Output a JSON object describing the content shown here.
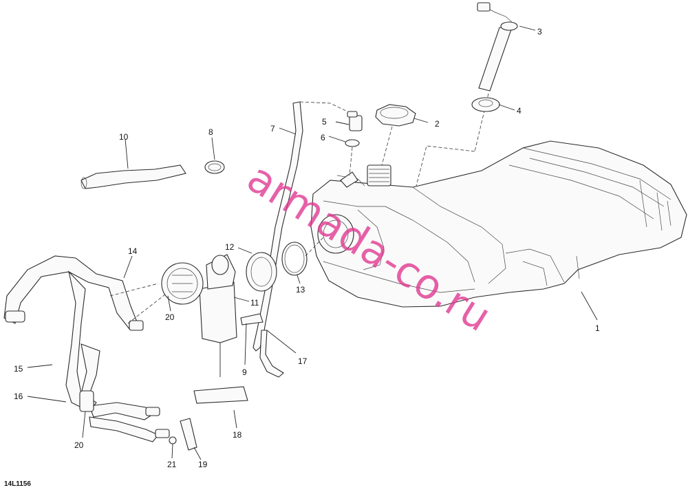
{
  "diagram": {
    "code": "14L1156",
    "watermark": "armada-co.ru",
    "callouts": [
      {
        "id": "c1",
        "text": "1"
      },
      {
        "id": "c2",
        "text": "2"
      },
      {
        "id": "c3",
        "text": "3"
      },
      {
        "id": "c4",
        "text": "4"
      },
      {
        "id": "c5",
        "text": "5"
      },
      {
        "id": "c6",
        "text": "6"
      },
      {
        "id": "c7",
        "text": "7"
      },
      {
        "id": "c8",
        "text": "8"
      },
      {
        "id": "c9",
        "text": "9"
      },
      {
        "id": "c10",
        "text": "10"
      },
      {
        "id": "c11",
        "text": "11"
      },
      {
        "id": "c12",
        "text": "12"
      },
      {
        "id": "c13",
        "text": "13"
      },
      {
        "id": "c14",
        "text": "14"
      },
      {
        "id": "c15",
        "text": "15"
      },
      {
        "id": "c16",
        "text": "16"
      },
      {
        "id": "c17",
        "text": "17"
      },
      {
        "id": "c18",
        "text": "18"
      },
      {
        "id": "c19",
        "text": "19"
      },
      {
        "id": "c20a",
        "text": "20"
      },
      {
        "id": "c20b",
        "text": "20"
      },
      {
        "id": "c21",
        "text": "21"
      }
    ]
  },
  "colors": {
    "watermark": "#e0358f",
    "line": "#222222"
  }
}
